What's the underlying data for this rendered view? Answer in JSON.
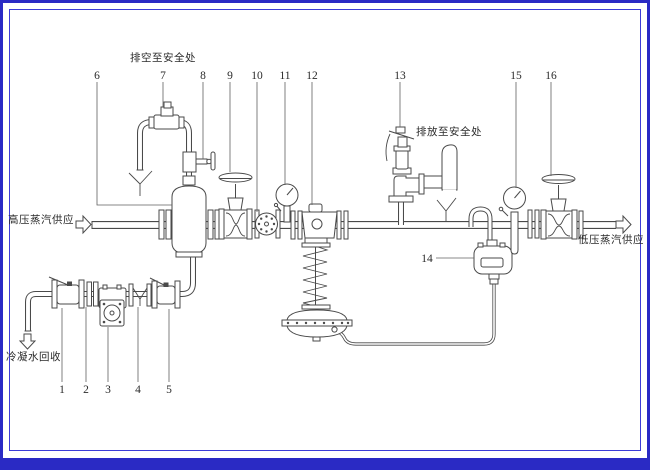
{
  "colors": {
    "frame_blue": "#2a2ac4",
    "inner_border_blue": "#3c3cd6",
    "drawing_line": "#4a4a4a",
    "background": "#ffffff"
  },
  "labels": {
    "vent_to_safe": "排空至安全处",
    "hp_supply": "高压蒸汽供应",
    "discharge_to_safe": "排放至安全处",
    "lp_supply": "低压蒸汽供应",
    "condensate_return": "冷凝水回收"
  },
  "callouts": [
    "1",
    "2",
    "3",
    "4",
    "5",
    "6",
    "7",
    "8",
    "9",
    "10",
    "11",
    "12",
    "13",
    "14",
    "15",
    "16"
  ]
}
